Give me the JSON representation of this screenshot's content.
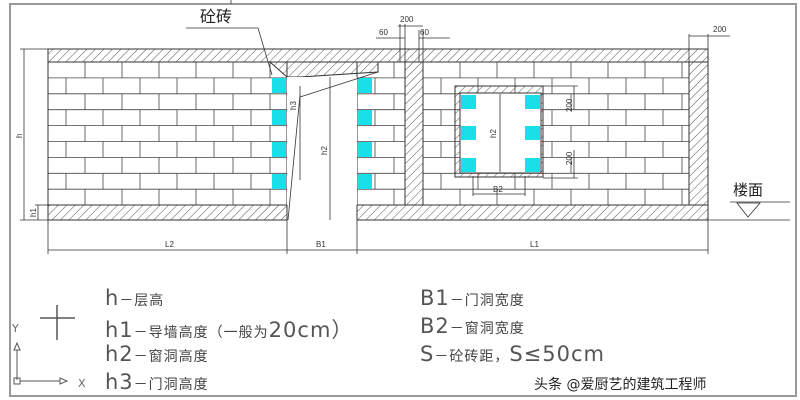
{
  "labels": {
    "concrete_brick": "砼砖",
    "floor": "楼面",
    "dim_h": "h",
    "dim_h1": "h1",
    "dim_h2": "h2",
    "dim_h3": "h3",
    "dim_L1": "L1",
    "dim_L2": "L2",
    "dim_B1": "B1",
    "dim_B2": "B2",
    "dim_60a": "60",
    "dim_200a": "200",
    "dim_60b": "60",
    "dim_200b": "200",
    "dim_200c": "200",
    "dim_200d": "200"
  },
  "legend": [
    {
      "sym": "h",
      "desc": "－层高"
    },
    {
      "sym": "h1",
      "desc": "－导墙高度（一般为",
      "tail": "20cm）"
    },
    {
      "sym": "h2",
      "desc": "－窗洞高度"
    },
    {
      "sym": "h3",
      "desc": "－门洞高度"
    },
    {
      "sym": "B1",
      "desc": "－门洞宽度"
    },
    {
      "sym": "B2",
      "desc": "－窗洞宽度"
    },
    {
      "sym": "S",
      "desc": "－砼砖距，",
      "tail": "S≤50cm"
    }
  ],
  "ucs": {
    "x": "X",
    "y": "Y"
  },
  "watermark": "头条 @爱厨艺的建筑工程师",
  "colors": {
    "concrete_brick": "#19e0e8",
    "line": "#333333"
  }
}
